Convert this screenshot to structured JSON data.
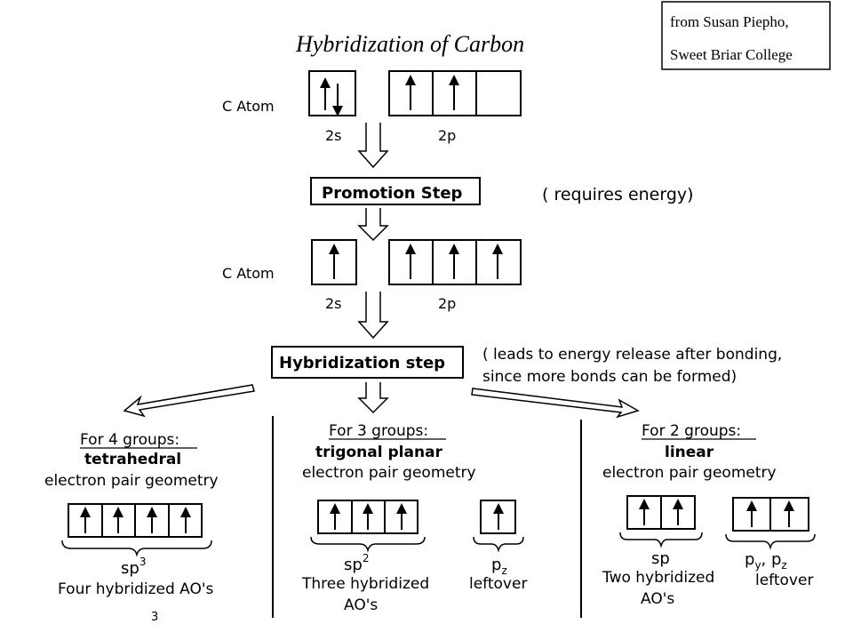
{
  "title": "Hybridization of Carbon",
  "credit": {
    "line1": "from Susan Piepho,",
    "line2": "Sweet Briar College"
  },
  "ground_state": {
    "atom_label": "C   Atom",
    "s_label": "2s",
    "p_label": "2p"
  },
  "promotion": {
    "label": "Promotion  Step",
    "note": "( requires  energy)"
  },
  "excited_state": {
    "atom_label": "C   Atom",
    "s_label": "2s",
    "p_label": "2p"
  },
  "hybridization": {
    "label": "Hybridization step",
    "note_line1": "( leads to energy release after bonding,",
    "note_line2": "since more bonds can be formed)"
  },
  "sp3": {
    "groups": "For 4 groups:",
    "geometry": "tetrahedral",
    "epg": "electron pair geometry",
    "orbital_base": "sp",
    "orbital_sup": "3",
    "caption": "Four hybridized AO's",
    "footnote": "3"
  },
  "sp2": {
    "groups": "For 3 groups:",
    "geometry": "trigonal planar",
    "epg": "electron pair geometry",
    "orbital_base": "sp",
    "orbital_sup": "2",
    "caption_line1": "Three hybridized",
    "caption_line2": "AO's",
    "leftover_base": "p",
    "leftover_sub": "z",
    "leftover_label": "leftover"
  },
  "sp": {
    "groups": "For 2 groups:",
    "geometry": "linear",
    "epg": "electron pair geometry",
    "orbital_label": "sp",
    "caption_line1": "Two hybridized",
    "caption_line2": "AO's",
    "leftover_p1": "p",
    "leftover_s1": "y",
    "leftover_comma": ", p",
    "leftover_s2": "z",
    "leftover_label": "leftover"
  }
}
